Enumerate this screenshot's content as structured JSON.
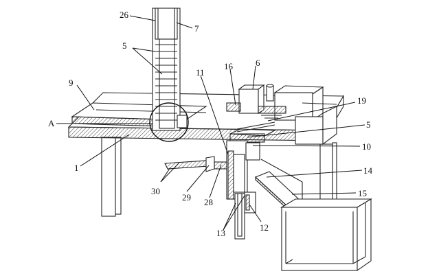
{
  "labels": {
    "l26": "26",
    "l7": "7",
    "l5a": "5",
    "l9": "9",
    "lA": "A",
    "l1": "1",
    "l16": "16",
    "l6": "6",
    "l11": "11",
    "l19": "19",
    "l5b": "5",
    "l10": "10",
    "l14": "14",
    "l15": "15",
    "l30": "30",
    "l29": "29",
    "l28": "28",
    "l13": "13",
    "l12": "12"
  }
}
